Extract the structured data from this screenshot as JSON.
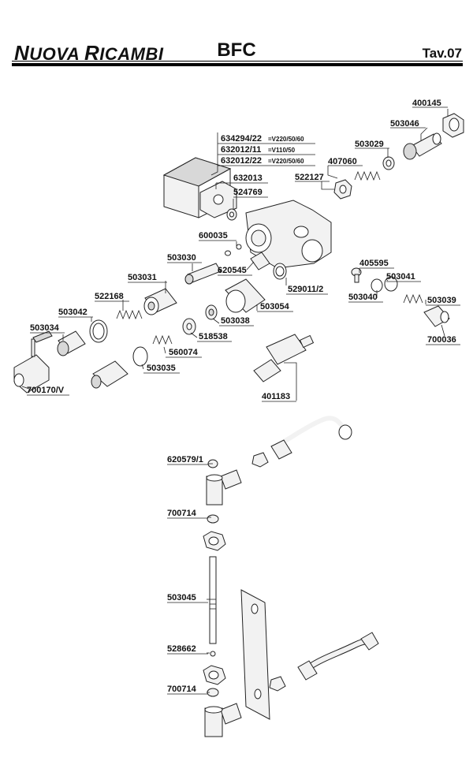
{
  "header": {
    "brand_a": "N",
    "brand_b": "UOVA ",
    "brand_c": "R",
    "brand_d": "ICAMBI",
    "model": "BFC",
    "table": "Tav.07"
  },
  "parts": {
    "p400145": "400145",
    "p503046": "503046",
    "p503029": "503029",
    "p407060": "407060",
    "p522127": "522127",
    "p634294": "634294/22",
    "p634294_note": "=V220/50/60",
    "p632012_11": "632012/11",
    "p632012_11_note": "=V110/50",
    "p632012_22": "632012/22",
    "p632012_22_note": "=V220/50/60",
    "p632013": "632013",
    "p524769": "524769",
    "p600035": "600035",
    "p503030": "503030",
    "p620545": "620545",
    "p529011": "529011/2",
    "p503031": "503031",
    "p522168": "522168",
    "p503042": "503042",
    "p503034": "503034",
    "p503054": "503054",
    "p503038": "503038",
    "p518538": "518538",
    "p560074": "560074",
    "p503035": "503035",
    "p700170": "700170/V",
    "p401183": "401183",
    "p405595": "405595",
    "p503041": "503041",
    "p503040": "503040",
    "p503039": "503039",
    "p700036": "700036",
    "p620579": "620579/1",
    "p700714a": "700714",
    "p503045": "503045",
    "p528662": "528662",
    "p700714b": "700714"
  }
}
